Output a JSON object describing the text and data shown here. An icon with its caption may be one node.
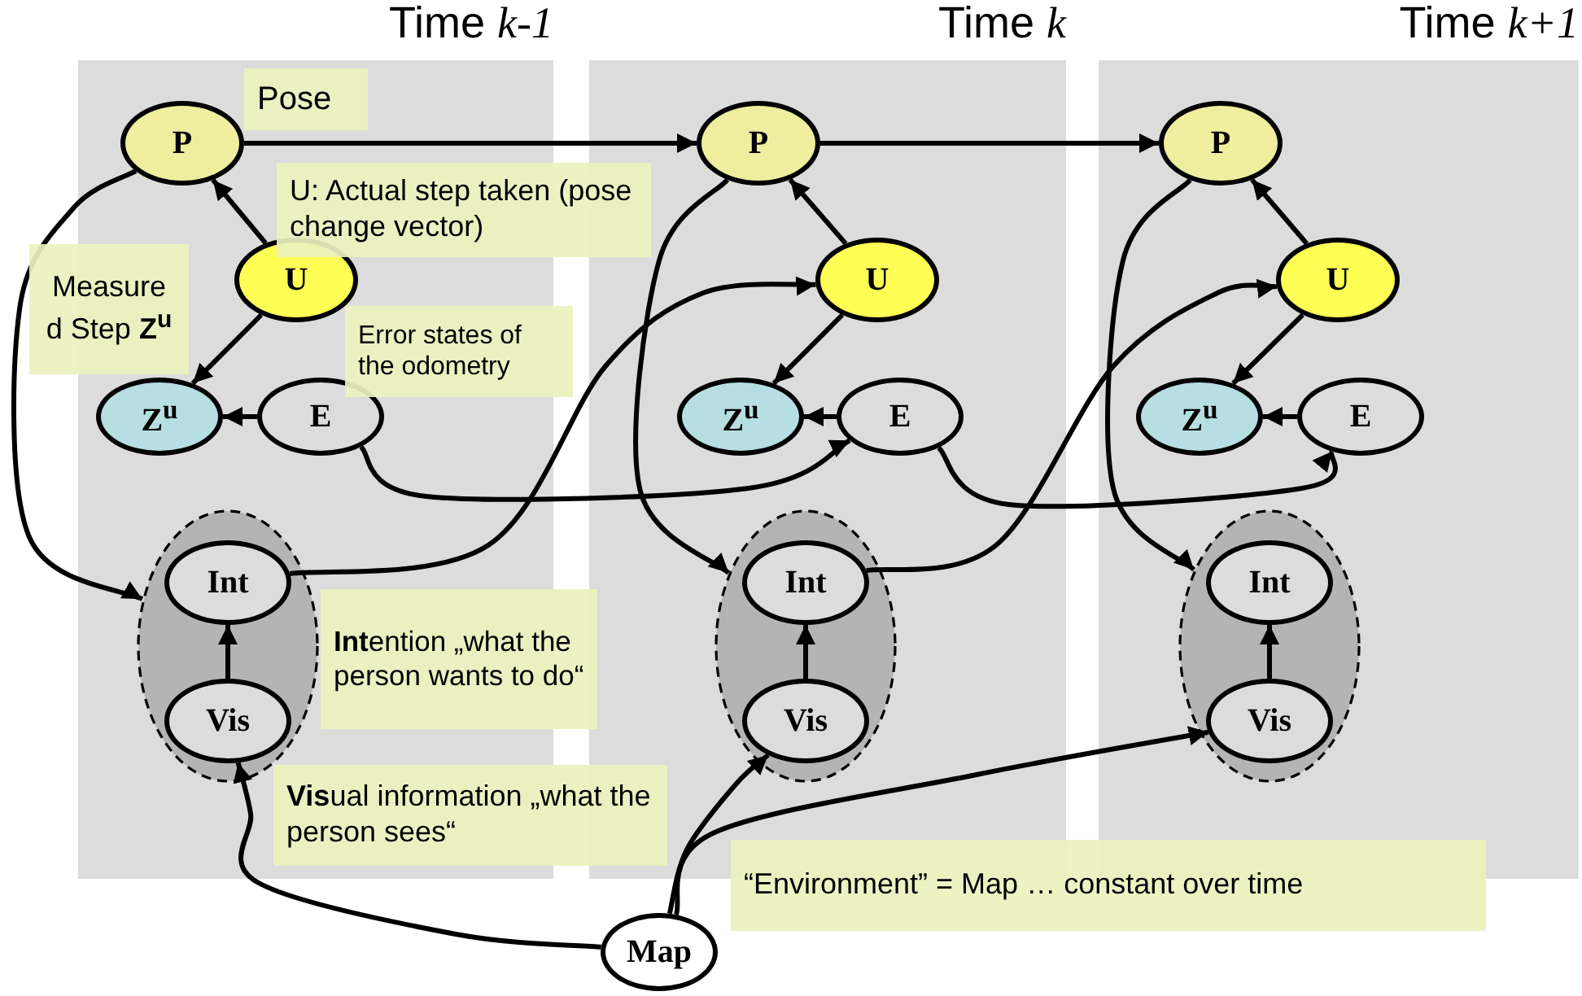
{
  "diagram": {
    "nodes": [
      {
        "text": [
          "Time *k-1*"
        ]
      },
      {
        "text": [
          "P"
        ],
        "in": 0,
        "beside": [
          "Pose"
        ]
      },
      {
        "text": [
          "U"
        ],
        "in": 0,
        "beside": [
          "U: Actual step taken (pose change vector)"
        ]
      },
      {
        "text": [
          "Z$^{u}$"
        ],
        "in": 0,
        "beside": [
          "Measure d Step **Z$^{u}$**"
        ]
      },
      {
        "text": [
          "E"
        ],
        "in": 0,
        "beside": [
          "Error states of the odometry"
        ]
      },
      {
        "text": [],
        "shape": "ellipse",
        "in": 0,
        "beside": [
          "**Int**ention „what the person wants to do“"
        ]
      },
      {
        "text": [
          "Int"
        ],
        "in": 5
      },
      {
        "text": [
          "Vis"
        ],
        "in": 5,
        "beside": [
          "**Vis**ual information „what the person sees“"
        ]
      },
      {
        "text": [
          "Time *k*"
        ]
      },
      {
        "text": [
          "P"
        ],
        "in": 8
      },
      {
        "text": [
          "U"
        ],
        "in": 8
      },
      {
        "text": [
          "Z$^{u}$"
        ],
        "in": 8
      },
      {
        "text": [
          "E"
        ],
        "in": 8
      },
      {
        "text": [],
        "shape": "ellipse",
        "in": 8
      },
      {
        "text": [
          "Int"
        ],
        "in": 13
      },
      {
        "text": [
          "Vis"
        ],
        "in": 13
      },
      {
        "text": [
          "Time *k+1*"
        ]
      },
      {
        "text": [
          "P"
        ],
        "in": 16
      },
      {
        "text": [
          "U"
        ],
        "in": 16
      },
      {
        "text": [
          "Z$^{u}$"
        ],
        "in": 16
      },
      {
        "text": [
          "E"
        ],
        "in": 16
      },
      {
        "text": [],
        "shape": "ellipse",
        "in": 16
      },
      {
        "text": [
          "Int"
        ],
        "in": 21
      },
      {
        "text": [
          "Vis"
        ],
        "in": 21
      },
      {
        "text": [
          "Map"
        ],
        "beside": [
          "“Environment” = Map …  constant over time"
        ]
      }
    ],
    "edges": [
      {
        "from": 2,
        "to": 1,
        "arrow": "to"
      },
      {
        "from": 2,
        "to": 3,
        "arrow": "to"
      },
      {
        "from": 4,
        "to": 3,
        "arrow": "to"
      },
      {
        "from": 1,
        "to": 5,
        "arrow": "to"
      },
      {
        "from": 7,
        "to": 6,
        "arrow": "to"
      },
      {
        "from": 10,
        "to": 9,
        "arrow": "to"
      },
      {
        "from": 10,
        "to": 11,
        "arrow": "to"
      },
      {
        "from": 12,
        "to": 11,
        "arrow": "to"
      },
      {
        "from": 9,
        "to": 13,
        "arrow": "to"
      },
      {
        "from": 15,
        "to": 14,
        "arrow": "to"
      },
      {
        "from": 18,
        "to": 17,
        "arrow": "to"
      },
      {
        "from": 18,
        "to": 19,
        "arrow": "to"
      },
      {
        "from": 20,
        "to": 19,
        "arrow": "to"
      },
      {
        "from": 17,
        "to": 21,
        "arrow": "to"
      },
      {
        "from": 23,
        "to": 22,
        "arrow": "to"
      },
      {
        "from": 1,
        "to": 9,
        "arrow": "to"
      },
      {
        "from": 9,
        "to": 17,
        "arrow": "to"
      },
      {
        "from": 6,
        "to": 10,
        "arrow": "to"
      },
      {
        "from": 14,
        "to": 18,
        "arrow": "to"
      },
      {
        "from": 4,
        "to": 12,
        "arrow": "to"
      },
      {
        "from": 12,
        "to": 20,
        "arrow": "to"
      },
      {
        "from": 24,
        "to": 7,
        "arrow": "to"
      },
      {
        "from": 24,
        "to": 15,
        "arrow": "to"
      },
      {
        "from": 24,
        "to": 23,
        "arrow": "to"
      }
    ]
  }
}
